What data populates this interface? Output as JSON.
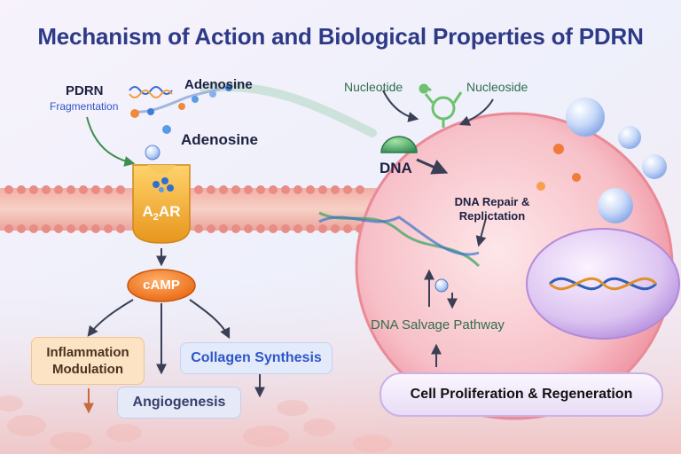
{
  "title": "Mechanism of Action and Biological Properties of PDRN",
  "labels": {
    "pdrn": "PDRN",
    "fragmentation": "Fragmentation",
    "adenosine_top": "Adenosine",
    "adenosine_main": "Adenosine",
    "receptor": "A2AR",
    "camp": "cAMP",
    "inflammation": "Inflammation Modulation",
    "collagen": "Collagen Synthesis",
    "angiogenesis": "Angiogenesis",
    "nucleotide": "Nucleotide",
    "nucleoside": "Nucleoside",
    "dna": "DNA",
    "dna_repair": "DNA Repair & Replictation",
    "salvage": "DNA Salvage Pathway",
    "proliferation": "Cell Proliferation & Regeneration"
  },
  "colors": {
    "title": "#2e3a86",
    "receptor": "#f3b33d",
    "camp": "#f07a1c",
    "salvage_text": "#2f6e4a",
    "collagen_text": "#2f55c9"
  }
}
